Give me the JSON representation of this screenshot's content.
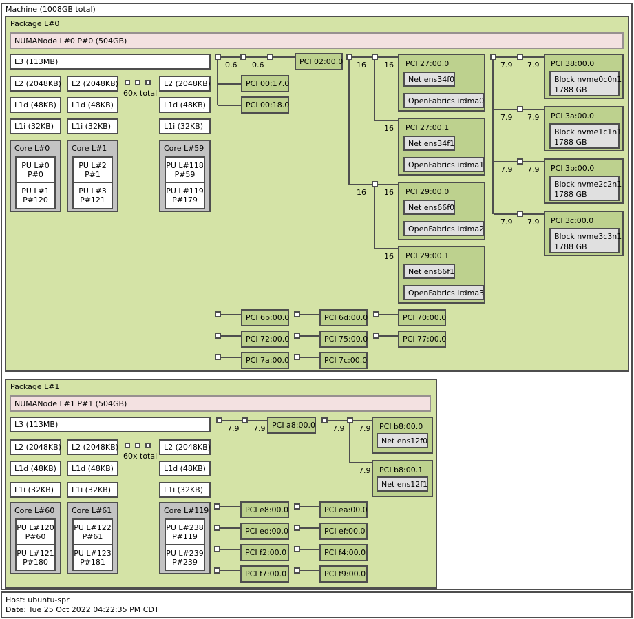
{
  "colors": {
    "package_green": "#d4e3a6",
    "pci_green": "#bdd18e",
    "numa_pink": "#f3e1e1",
    "core_gray": "#c3c3c3",
    "device_gray": "#e0e0e0",
    "cache_white": "#ffffff",
    "border": "#4e4e4e"
  },
  "machine": {
    "label": "Machine (1008GB total)"
  },
  "links": {
    "l06": "0.6",
    "l16": "16",
    "l79": "7.9"
  },
  "p0": {
    "title": "Package L#0",
    "numa": "NUMANode L#0 P#0 (504GB)",
    "l3": "L3 (113MB)",
    "l2": "L2 (2048KB)",
    "l1d": "L1d (48KB)",
    "l1i": "L1i (32KB)",
    "ellipsis": "60x total",
    "cores": [
      {
        "label": "Core L#0",
        "pu1": {
          "l": "PU L#0",
          "p": "P#0"
        },
        "pu2": {
          "l": "PU L#1",
          "p": "P#120"
        }
      },
      {
        "label": "Core L#1",
        "pu1": {
          "l": "PU L#2",
          "p": "P#1"
        },
        "pu2": {
          "l": "PU L#3",
          "p": "P#121"
        }
      },
      {
        "label": "Core L#59",
        "pu1": {
          "l": "PU L#118",
          "p": "P#59"
        },
        "pu2": {
          "l": "PU L#119",
          "p": "P#179"
        }
      }
    ],
    "pci02": "PCI 02:00.0",
    "pci0017": "PCI 00:17.0",
    "pci0018": "PCI 00:18.0",
    "nics": [
      {
        "title": "PCI 27:00.0",
        "net": "Net ens34f0",
        "fabric": "OpenFabrics irdma0"
      },
      {
        "title": "PCI 27:00.1",
        "net": "Net ens34f1",
        "fabric": "OpenFabrics irdma1"
      },
      {
        "title": "PCI 29:00.0",
        "net": "Net ens66f0",
        "fabric": "OpenFabrics irdma2"
      },
      {
        "title": "PCI 29:00.1",
        "net": "Net ens66f1",
        "fabric": "OpenFabrics irdma3"
      }
    ],
    "nvme": [
      {
        "title": "PCI 38:00.0",
        "block": "Block nvme0c0n1",
        "size": "1788 GB"
      },
      {
        "title": "PCI 3a:00.0",
        "block": "Block nvme1c1n1",
        "size": "1788 GB"
      },
      {
        "title": "PCI 3b:00.0",
        "block": "Block nvme2c2n1",
        "size": "1788 GB"
      },
      {
        "title": "PCI 3c:00.0",
        "block": "Block nvme3c3n1",
        "size": "1788 GB"
      }
    ],
    "misc": [
      "PCI 6b:00.0",
      "PCI 6d:00.0",
      "PCI 70:00.0",
      "PCI 72:00.0",
      "PCI 75:00.0",
      "PCI 77:00.0",
      "PCI 7a:00.0",
      "PCI 7c:00.0"
    ]
  },
  "p1": {
    "title": "Package L#1",
    "numa": "NUMANode L#1 P#1 (504GB)",
    "l3": "L3 (113MB)",
    "l2": "L2 (2048KB)",
    "l1d": "L1d (48KB)",
    "l1i": "L1i (32KB)",
    "ellipsis": "60x total",
    "cores": [
      {
        "label": "Core L#60",
        "pu1": {
          "l": "PU L#120",
          "p": "P#60"
        },
        "pu2": {
          "l": "PU L#121",
          "p": "P#180"
        }
      },
      {
        "label": "Core L#61",
        "pu1": {
          "l": "PU L#122",
          "p": "P#61"
        },
        "pu2": {
          "l": "PU L#123",
          "p": "P#181"
        }
      },
      {
        "label": "Core L#119",
        "pu1": {
          "l": "PU L#238",
          "p": "P#119"
        },
        "pu2": {
          "l": "PU L#239",
          "p": "P#239"
        }
      }
    ],
    "pciA8": "PCI a8:00.0",
    "nics": [
      {
        "title": "PCI b8:00.0",
        "net": "Net ens12f0"
      },
      {
        "title": "PCI b8:00.1",
        "net": "Net ens12f1"
      }
    ],
    "misc": [
      "PCI e8:00.0",
      "PCI ea:00.0",
      "PCI ed:00.0",
      "PCI ef:00.0",
      "PCI f2:00.0",
      "PCI f4:00.0",
      "PCI f7:00.0",
      "PCI f9:00.0"
    ]
  },
  "legend": {
    "host": "Host: ubuntu-spr",
    "date": "Date: Tue 25 Oct 2022 04:22:35 PM CDT"
  }
}
